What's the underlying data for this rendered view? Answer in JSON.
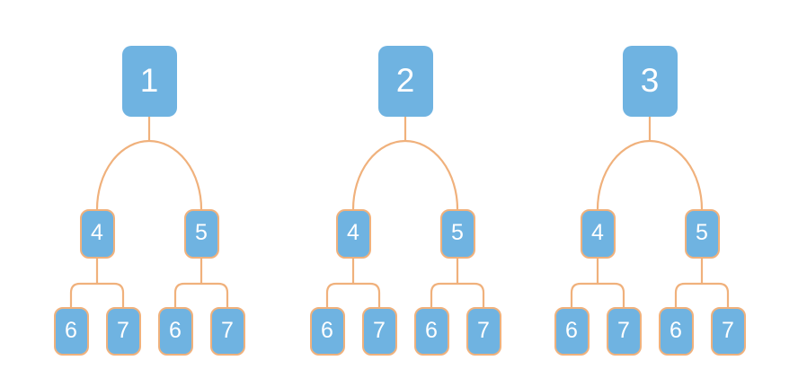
{
  "colors": {
    "node_fill": "#6FB3E1",
    "node_border": "#F0B17C",
    "connector": "#F0B17C",
    "label": "#FFFFFF",
    "background": "#FFFFFF"
  },
  "trees": [
    {
      "id": "tree-1",
      "root": "1",
      "branches": [
        "4",
        "5"
      ],
      "leaves": [
        "6",
        "7",
        "6",
        "7"
      ]
    },
    {
      "id": "tree-2",
      "root": "2",
      "branches": [
        "4",
        "5"
      ],
      "leaves": [
        "6",
        "7",
        "6",
        "7"
      ]
    },
    {
      "id": "tree-3",
      "root": "3",
      "branches": [
        "4",
        "5"
      ],
      "leaves": [
        "6",
        "7",
        "6",
        "7"
      ]
    }
  ]
}
